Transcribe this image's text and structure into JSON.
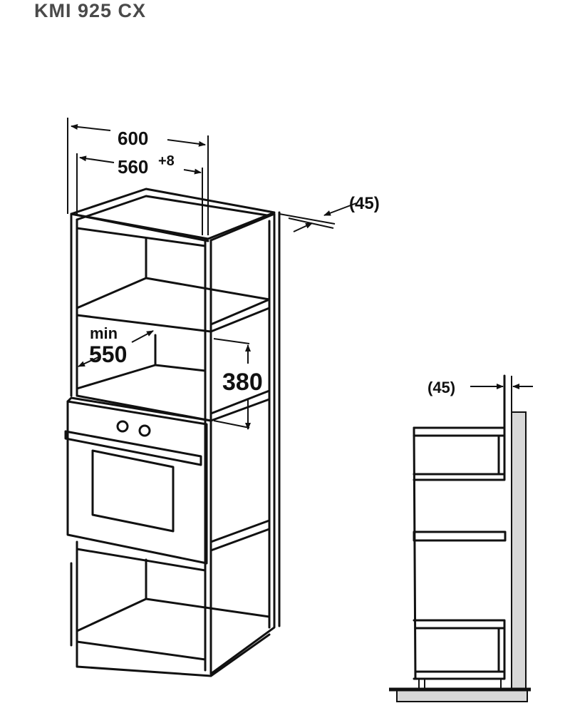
{
  "title": "KMI 925 CX",
  "dimensions": {
    "width_outer": "600",
    "width_inner": "560",
    "width_inner_tolerance": "+8",
    "depth_gap_top": "(45)",
    "min_label": "min",
    "min_height": "550",
    "niche_height": "380",
    "depth_gap_side": "(45)"
  },
  "colors": {
    "line": "#111111",
    "wall": "#d8d8d8",
    "title": "#4a4a4a"
  }
}
